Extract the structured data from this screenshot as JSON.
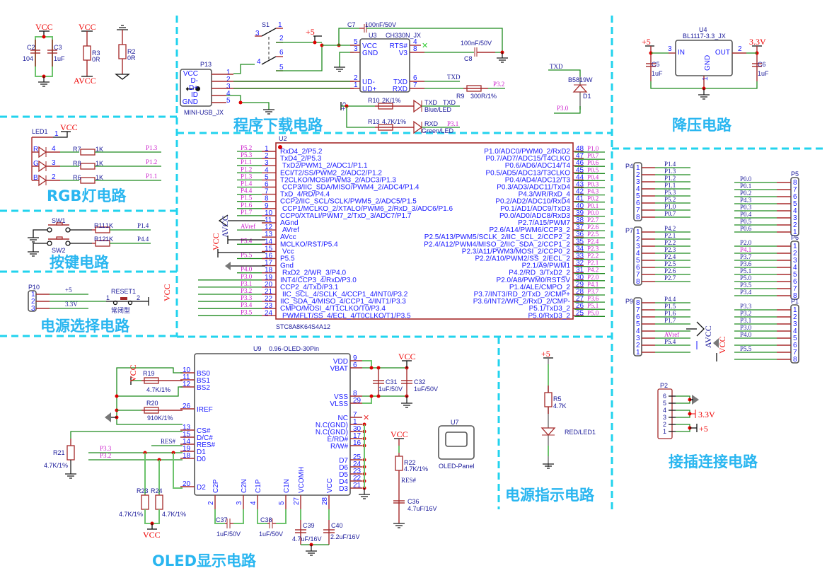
{
  "sections": {
    "download": "程序下载电路",
    "regulator": "降压电路",
    "rgb": "RGB灯电路",
    "keys": "按键电路",
    "power_select": "电源选择电路",
    "oled": "OLED显示电路",
    "power_indicator": "电源指示电路",
    "connector": "接插连接电路"
  },
  "decoupling": {
    "vcc": "VCC",
    "avcc": "AVCC",
    "c2": {
      "ref": "C2",
      "value": "104"
    },
    "c3": {
      "ref": "C3",
      "value": "1uF"
    },
    "r3": {
      "ref": "R3",
      "value": "0R"
    },
    "r2": {
      "ref": "R2",
      "value": "0R"
    }
  },
  "download": {
    "s1": "S1",
    "s1_pins": [
      "1",
      "2",
      "3",
      "4",
      "5",
      "6"
    ],
    "plus5": "+5",
    "p13": {
      "ref": "P13",
      "part": "MINI-USB_JX",
      "pins": [
        {
          "name": "VCC",
          "num": "1"
        },
        {
          "name": "D-",
          "num": "2"
        },
        {
          "name": "D+",
          "num": "3"
        },
        {
          "name": "ID",
          "num": "4"
        },
        {
          "name": "GND",
          "num": "5"
        }
      ]
    },
    "c7": {
      "ref": "C7",
      "value": "100nF/50V"
    },
    "u3": {
      "ref": "U3",
      "part": "CH330N_JX",
      "left": [
        {
          "name": "VCC",
          "num": "5"
        },
        {
          "name": "GND",
          "num": "3"
        },
        {
          "name": "UD-",
          "num": "2"
        },
        {
          "name": "UD+",
          "num": "1"
        }
      ],
      "right": [
        {
          "name": "RTS#",
          "num": "4"
        },
        {
          "name": "V3",
          "num": "8"
        },
        {
          "name": "TXD",
          "num": "6"
        },
        {
          "name": "RXD",
          "num": "7"
        }
      ]
    },
    "c8": {
      "ref": "C8",
      "value": "100nF/50V"
    },
    "txd_net": "TXD",
    "r9": {
      "ref": "R9",
      "value": "300R/1%",
      "net": "P3.2"
    },
    "r10": {
      "ref": "R10",
      "value": "2K/1%"
    },
    "r13": {
      "ref": "R13",
      "value": "4.7K/1%"
    },
    "led_blue": {
      "label": "TXD",
      "net": "TXD",
      "part": "Blue/LED"
    },
    "led_green": {
      "label": "RXD",
      "net": "P3.1",
      "part": "Green/LED"
    },
    "d1": {
      "ref": "D1",
      "part": "B5819W",
      "net_top": "TXD",
      "net_bottom": "P3.0"
    }
  },
  "regulator": {
    "u4": {
      "ref": "U4",
      "part": "BL1117-3.3_JX",
      "in": "IN",
      "out": "OUT",
      "gnd": "GND",
      "pin_in": "3",
      "pin_out": "2",
      "pin_gnd": "1"
    },
    "plus5": "+5",
    "v33": "3.3V",
    "c5": {
      "ref": "C5",
      "value": "1uF"
    },
    "c6": {
      "ref": "C6",
      "value": "1uF"
    }
  },
  "rgb": {
    "led": "LED1",
    "vcc": "VCC",
    "pin_common": "1",
    "rows": [
      {
        "color": "R",
        "pin": "4",
        "res": "R7",
        "value": "1K",
        "net": "P1.3"
      },
      {
        "color": "G",
        "pin": "3",
        "res": "R8",
        "value": "1K",
        "net": "P1.2"
      },
      {
        "color": "B",
        "pin": "2",
        "res": "R6",
        "value": "1K",
        "net": "P1.1"
      }
    ]
  },
  "keys": {
    "rows": [
      {
        "sw": "SW1",
        "res": "R11",
        "value": "1K",
        "net": "P1.4"
      },
      {
        "sw": "SW2",
        "res": "R12",
        "value": "1K",
        "net": "P4.4"
      }
    ]
  },
  "power_select": {
    "p10": "P10",
    "pins": [
      "1",
      "2",
      "3"
    ],
    "net1": "+5",
    "net3": "3.3V",
    "reset": "RESET1",
    "pin1": "1",
    "pin2": "2",
    "type": "常闭型",
    "vcc": "VCC"
  },
  "mcu": {
    "ref": "U2",
    "part": "STC8A8K64S4A12",
    "left": [
      {
        "num": "1",
        "name": "RxD4_2/P5.2",
        "net": "P5.2"
      },
      {
        "num": "2",
        "name": "TxD4_2/P5.3",
        "net": "P5.3"
      },
      {
        "num": "3",
        "name": "TxD2/PWM1_2/ADC1/P1.1",
        "net": "P1.1"
      },
      {
        "num": "4",
        "name": "ECI/T2/SS/PWM2_2/ADC2/P1.2",
        "net": "P1.2"
      },
      {
        "num": "5",
        "name": "T2CLKO/MOSI/PWM3_2/ADC3/P1.3",
        "net": "P1.3"
      },
      {
        "num": "6",
        "name": "CCP3/IIC_SDA/MISO/PWM4_2/ADC4/P1.4",
        "net": "P1.4"
      },
      {
        "num": "7",
        "name": "TxD_4/RD/P4.4",
        "net": "P4.4"
      },
      {
        "num": "8",
        "name": "CCP2/IIC_SCL/SCLK/PWM5_2/ADC5/P1.5",
        "net": "P1.5"
      },
      {
        "num": "9",
        "name": "CCP1/MCLKO_2/XTALO/PWM6_2/RxD_3/ADC6/P1.6",
        "net": "P1.6"
      },
      {
        "num": "10",
        "name": "CCP0/XTALI/PWM7_2/TxD_3/ADC7/P1.7",
        "net": "P1.7"
      },
      {
        "num": "11",
        "name": "AGnd",
        "net": ""
      },
      {
        "num": "12",
        "name": "AVref",
        "net": "AVref"
      },
      {
        "num": "13",
        "name": "AVcc",
        "net": ""
      },
      {
        "num": "14",
        "name": "MCLKO/RST/P5.4",
        "net": "P5.4"
      },
      {
        "num": "15",
        "name": "Vcc",
        "net": ""
      },
      {
        "num": "16",
        "name": "P5.5",
        "net": "P5.5"
      },
      {
        "num": "17",
        "name": "Gnd",
        "net": ""
      },
      {
        "num": "18",
        "name": "RxD2_2/WR_3/P4.0",
        "net": "P4.0"
      },
      {
        "num": "19",
        "name": "INT4/CCP3_4/RxD/P3.0",
        "net": "P3.0"
      },
      {
        "num": "20",
        "name": "CCP2_4/TxD/P3.1",
        "net": "P3.1"
      },
      {
        "num": "21",
        "name": "IIC_SCL_4/SCLK_4/CCP1_4/INT0/P3.2",
        "net": "P3.2"
      },
      {
        "num": "22",
        "name": "IIC_SDA_4/MISO_4/CCP1_4/INT1/P3.3",
        "net": "P3.3"
      },
      {
        "num": "23",
        "name": "CMPO/MOSI_4/T1CLKO/T0/P3.4",
        "net": "P3.4"
      },
      {
        "num": "24",
        "name": "PWMFLT/SS_4/ECL_4/T0CLKO/T1/P3.5",
        "net": "P3.5"
      }
    ],
    "right": [
      {
        "num": "48",
        "name": "P1.0/ADC0/PWM0_2/RxD2",
        "net": "P1.0"
      },
      {
        "num": "47",
        "name": "P0.7/AD7/ADC15/T4CLKO",
        "net": "P0.7"
      },
      {
        "num": "46",
        "name": "P0.6/AD6/ADC14/T4",
        "net": "P0.6"
      },
      {
        "num": "45",
        "name": "P0.5/AD5/ADC13/T3CLKO",
        "net": "P0.5"
      },
      {
        "num": "44",
        "name": "P0.4/AD4/ADC12/T3",
        "net": "P0.4"
      },
      {
        "num": "43",
        "name": "P0.3/AD3/ADC11/TxD4",
        "net": "P0.3"
      },
      {
        "num": "42",
        "name": "P4.3/WR/RxD_4",
        "net": "P4.3"
      },
      {
        "num": "41",
        "name": "P0.2/AD2/ADC10/RxD4",
        "net": "P0.2"
      },
      {
        "num": "40",
        "name": "P0.1/AD1/ADC9/TxD3",
        "net": "P0.1"
      },
      {
        "num": "39",
        "name": "P0.0/AD0/ADC8/RxD3",
        "net": "P0.0"
      },
      {
        "num": "38",
        "name": "P2.7/A15/PWM7",
        "net": "P2.7"
      },
      {
        "num": "37",
        "name": "P2.6/A14/PWM6/CCP3_2",
        "net": "P2.6"
      },
      {
        "num": "36",
        "name": "P2.5/A13/PWM5/SCLK_2/IIC_SCL_2/CCP2_2",
        "net": "P2.5"
      },
      {
        "num": "35",
        "name": "P2.4/A12/PWM4/MISO_2/IIC_SDA_2/CCP1_2",
        "net": "P2.4"
      },
      {
        "num": "34",
        "name": "P2.3/A11/PWM3/MOSI_2/CCP0_2",
        "net": "P2.3"
      },
      {
        "num": "33",
        "name": "P2.2/A10/PWM2/SS_2/ECL_2",
        "net": "P2.2"
      },
      {
        "num": "32",
        "name": "P2.1/A9/PWM1",
        "net": "P2.1"
      },
      {
        "num": "31",
        "name": "P4.2/RD_3/TxD2_2",
        "net": "P4.2"
      },
      {
        "num": "30",
        "name": "P2.0/A8/PWM0/RSTSV",
        "net": "P2.0"
      },
      {
        "num": "29",
        "name": "P1.4/ALE/CMPO_2",
        "net": "P4.1"
      },
      {
        "num": "28",
        "name": "P3.7/INT3/RD_2/TxD_2/CMP+",
        "net": "P3.7"
      },
      {
        "num": "27",
        "name": "P3.6/INT2/WR_2/RxD_2/CMP-",
        "net": "P3.6"
      },
      {
        "num": "26",
        "name": "P5.1/TxD3_2",
        "net": "P5.1"
      },
      {
        "num": "25",
        "name": "P5.0/RxD3_2",
        "net": "P5.0"
      }
    ],
    "avcc": "AVCC",
    "vcc": "VCC"
  },
  "oled": {
    "ref": "U9",
    "part": "0.96-OLED-30Pin",
    "left": [
      {
        "num": "10",
        "name": "BS0"
      },
      {
        "num": "11",
        "name": "BS1"
      },
      {
        "num": "12",
        "name": "BS2"
      },
      {
        "num": "26",
        "name": "IREF"
      },
      {
        "num": "13",
        "name": "CS#"
      },
      {
        "num": "15",
        "name": "D/C#"
      },
      {
        "num": "14",
        "name": "RES#"
      },
      {
        "num": "19",
        "name": "D1"
      },
      {
        "num": "18",
        "name": "D0"
      },
      {
        "num": "20",
        "name": "D2"
      }
    ],
    "right": [
      {
        "num": "9",
        "name": "VDD"
      },
      {
        "num": "6",
        "name": "VBAT"
      },
      {
        "num": "8",
        "name": "VSS"
      },
      {
        "num": "29",
        "name": "VLSS"
      },
      {
        "num": "7",
        "name": "NC"
      },
      {
        "num": "1",
        "name": "N.C(GND)"
      },
      {
        "num": "30",
        "name": "N.C(GND)"
      },
      {
        "num": "17",
        "name": "E/RD#"
      },
      {
        "num": "16",
        "name": "R/W#"
      },
      {
        "num": "25",
        "name": "D7"
      },
      {
        "num": "24",
        "name": "D6"
      },
      {
        "num": "23",
        "name": "D5"
      },
      {
        "num": "22",
        "name": "D4"
      },
      {
        "num": "21",
        "name": "D3"
      }
    ],
    "bottom": [
      {
        "num": "2",
        "name": "C2P"
      },
      {
        "num": "3",
        "name": "C2N"
      },
      {
        "num": "4",
        "name": "C1P"
      },
      {
        "num": "5",
        "name": "C1N"
      },
      {
        "num": "27",
        "name": "VCOMH"
      },
      {
        "num": "28",
        "name": "VCC"
      }
    ],
    "r19": {
      "ref": "R19",
      "value": "4.7K/1%"
    },
    "r20": {
      "ref": "R20",
      "value": "910K/1%"
    },
    "r21": {
      "ref": "R21",
      "value": "4.7K/1%"
    },
    "r23": {
      "ref": "R23",
      "value": "4.7K/1%"
    },
    "r24": {
      "ref": "R24",
      "value": "4.7K/1%"
    },
    "r22": {
      "ref": "R22",
      "value": "4.7K/1%"
    },
    "c31": {
      "ref": "C31",
      "value": "1uF/50V"
    },
    "c32": {
      "ref": "C32",
      "value": "1uF/50V"
    },
    "c36": {
      "ref": "C36",
      "value": "4.7uF/16V"
    },
    "c37": {
      "ref": "C37",
      "value": "1uF/50V"
    },
    "c38": {
      "ref": "C38",
      "value": "1uF/50V"
    },
    "c39": {
      "ref": "C39",
      "value": "4.7uF/16V"
    },
    "c40": {
      "ref": "C40",
      "value": "2.2uF/16V"
    },
    "res_net": "RES#",
    "p33": "P3.3",
    "p32": "P3.2",
    "vcc": "VCC",
    "u7": {
      "ref": "U7",
      "part": "OLED-Panel"
    }
  },
  "indicator": {
    "plus5": "+5",
    "r5": {
      "ref": "R5",
      "value": "4.7K"
    },
    "led": "RED/LED1"
  },
  "connectors": {
    "p4": {
      "ref": "P4",
      "pins": [
        "1",
        "2",
        "3",
        "4",
        "5",
        "6",
        "7",
        "8"
      ],
      "nets": [
        "P1.4",
        "P1.3",
        "P1.2",
        "P1.1",
        "P5.3",
        "P5.2",
        "P1.0",
        "P0.7"
      ]
    },
    "p7": {
      "ref": "P7",
      "pins": [
        "1",
        "2",
        "3",
        "4",
        "5",
        "6",
        "7",
        "8"
      ],
      "nets": [
        "P4.2",
        "P2.1",
        "P2.2",
        "P2.3",
        "P2.4",
        "P2.5",
        "P2.6",
        "P2.7"
      ]
    },
    "p9": {
      "ref": "P9",
      "pins": [
        "8",
        "7",
        "6",
        "5",
        "4",
        "3",
        "2",
        "1"
      ],
      "nets": [
        "P4.4",
        "P1.5",
        "P1.6",
        "P1.7",
        "",
        "AVref",
        "P5.4",
        ""
      ]
    },
    "p5": {
      "ref": "P5",
      "pins": [
        "8",
        "7",
        "6",
        "5",
        "4",
        "3",
        "2",
        "1"
      ],
      "nets": [
        "P0.0",
        "P0.1",
        "P0.2",
        "P4.3",
        "P0.3",
        "P0.4",
        "P0.5",
        "P0.6"
      ]
    },
    "p6": {
      "ref": "P6",
      "pins": [
        "1",
        "2",
        "3",
        "4",
        "5",
        "6",
        "7",
        "8"
      ],
      "nets": [
        "P2.0",
        "P4.1",
        "P3.7",
        "P3.6",
        "P5.1",
        "P5.0",
        "P3.5",
        "P3.4"
      ]
    },
    "p1": {
      "ref": "P1",
      "pins": [
        "1",
        "2",
        "3",
        "4",
        "5",
        "6",
        "7",
        "8"
      ],
      "nets": [
        "P3.3",
        "P3.2",
        "P3.1",
        "P3.0",
        "P4.0",
        "",
        "P5.5",
        ""
      ]
    },
    "p2": {
      "ref": "P2",
      "pins": [
        "6",
        "5",
        "4",
        "3",
        "2",
        "1"
      ],
      "v33": "3.3V",
      "plus5": "+5"
    },
    "avcc": "AVCC",
    "vcc": "VCC"
  }
}
